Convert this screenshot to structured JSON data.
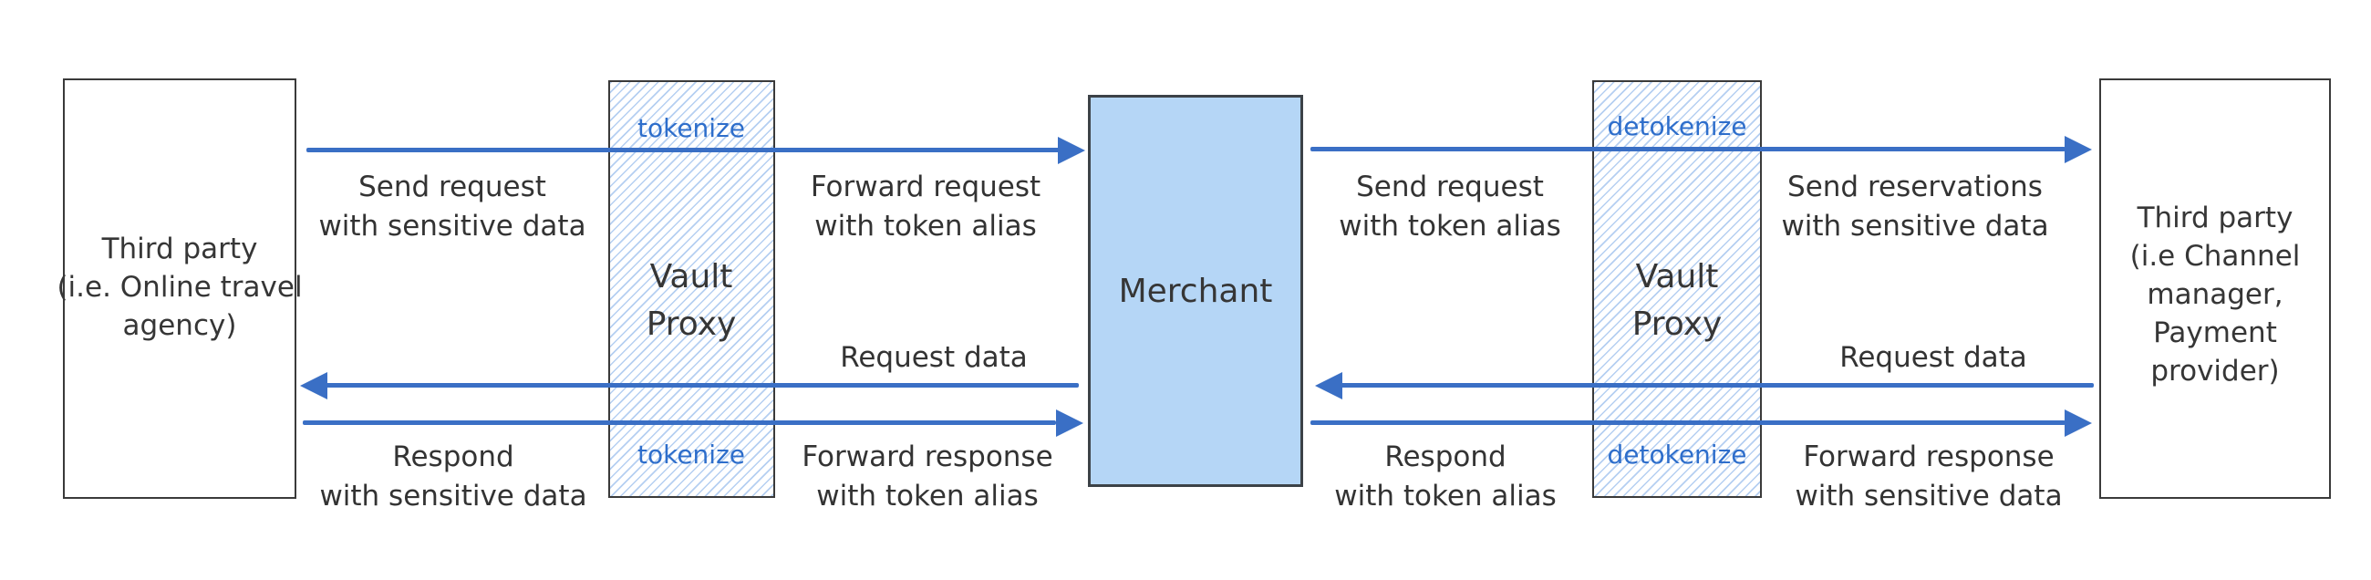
{
  "colors": {
    "arrow_blue": "#3a6fc5",
    "token_label_blue": "#2e6ecb",
    "merchant_fill": "#b5d6f6",
    "box_border": "#3a3a3a",
    "text_dark": "#333333",
    "hatch_blue": "#78a8e6"
  },
  "nodes": {
    "third_party_left": {
      "lines": [
        "Third party",
        "(i.e. Online travel",
        "agency)"
      ]
    },
    "vault_proxy_left": {
      "lines": [
        "Vault",
        "Proxy"
      ],
      "top_tag": "tokenize",
      "bottom_tag": "tokenize"
    },
    "merchant": {
      "label": "Merchant"
    },
    "vault_proxy_right": {
      "lines": [
        "Vault",
        "Proxy"
      ],
      "top_tag": "detokenize",
      "bottom_tag": "detokenize"
    },
    "third_party_right": {
      "lines": [
        "Third party",
        "(i.e Channel",
        "manager,",
        "Payment",
        "provider)"
      ]
    }
  },
  "flow_labels": {
    "send_request_sensitive": [
      "Send request",
      "with sensitive data"
    ],
    "forward_request_token": [
      "Forward request",
      "with token alias"
    ],
    "send_request_token": [
      "Send request",
      "with token alias"
    ],
    "send_reservations_sensitive": [
      "Send reservations",
      "with sensitive data"
    ],
    "request_data_left": [
      "Request data"
    ],
    "request_data_right": [
      "Request data"
    ],
    "respond_sensitive": [
      "Respond",
      "with sensitive data"
    ],
    "forward_response_token": [
      "Forward response",
      "with token alias"
    ],
    "respond_token": [
      "Respond",
      "with token alias"
    ],
    "forward_response_sensitive": [
      "Forward response",
      "with sensitive data"
    ]
  },
  "arrows": [
    {
      "id": "send-request",
      "from": "third_party_left",
      "via": "vault_proxy_left",
      "to": "merchant",
      "direction": "right",
      "row": "top"
    },
    {
      "id": "send-reservations",
      "from": "merchant",
      "via": "vault_proxy_right",
      "to": "third_party_right",
      "direction": "right",
      "row": "top"
    },
    {
      "id": "request-data-left",
      "from": "merchant",
      "via": "vault_proxy_left",
      "to": "third_party_left",
      "direction": "left",
      "row": "middle"
    },
    {
      "id": "request-data-right",
      "from": "third_party_right",
      "via": "vault_proxy_right",
      "to": "merchant",
      "direction": "left",
      "row": "middle"
    },
    {
      "id": "respond",
      "from": "third_party_left",
      "via": "vault_proxy_left",
      "to": "merchant",
      "direction": "right",
      "row": "bottom"
    },
    {
      "id": "forward-response",
      "from": "merchant",
      "via": "vault_proxy_right",
      "to": "third_party_right",
      "direction": "right",
      "row": "bottom"
    }
  ]
}
